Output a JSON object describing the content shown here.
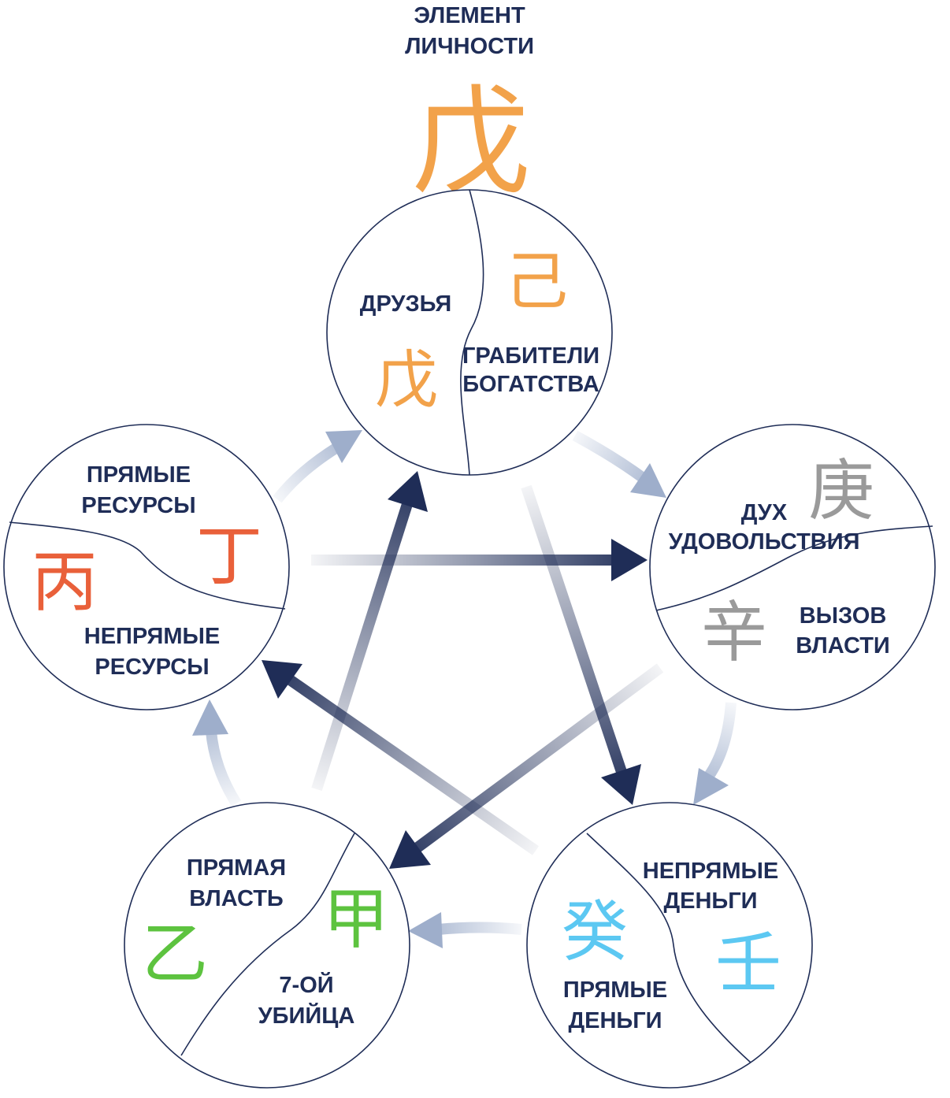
{
  "header": {
    "line1": "ЭЛЕМЕНТ",
    "line2": "ЛИЧНОСТИ",
    "glyph": "戊"
  },
  "colors": {
    "text": "#1f2d57",
    "earth": "#f2a24a",
    "metal": "#9a9a9a",
    "water": "#5cc8f2",
    "wood": "#5dc33f",
    "fire": "#e9603a",
    "arrow_dark": "#1f2d57",
    "arrow_light": "#9eaecb"
  },
  "circles": {
    "earth": {
      "left_label": [
        "ДРУЗЬЯ"
      ],
      "left_glyph": "戊",
      "right_glyph": "己",
      "right_label": [
        "ГРАБИТЕЛИ",
        "БОГАТСТВА"
      ]
    },
    "metal": {
      "top_label": [
        "ДУХ",
        "УДОВОЛЬСТВИЯ"
      ],
      "top_glyph": "庚",
      "bottom_glyph": "辛",
      "bottom_label": [
        "ВЫЗОВ",
        "ВЛАСТИ"
      ]
    },
    "water": {
      "top_label": [
        "НЕПРЯМЫЕ",
        "ДЕНЬГИ"
      ],
      "right_glyph": "壬",
      "left_glyph": "癸",
      "bottom_label": [
        "ПРЯМЫЕ",
        "ДЕНЬГИ"
      ]
    },
    "wood": {
      "top_label": [
        "ПРЯМАЯ",
        "ВЛАСТЬ"
      ],
      "right_glyph": "甲",
      "left_glyph": "乙",
      "bottom_label": [
        "7-ОЙ",
        "УБИЙЦА"
      ]
    },
    "fire": {
      "top_label": [
        "ПРЯМЫЕ",
        "РЕСУРСЫ"
      ],
      "left_glyph": "丙",
      "right_glyph": "丁",
      "bottom_label": [
        "НЕПРЯМЫЕ",
        "РЕСУРСЫ"
      ]
    }
  }
}
